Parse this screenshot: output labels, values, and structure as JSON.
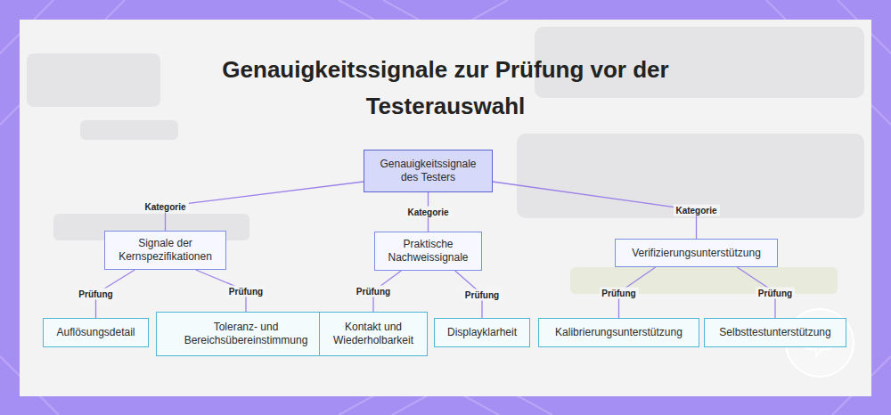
{
  "diagram": {
    "title": "Genauigkeitssignale zur Prüfung vor der Testerauswahl",
    "nodes": [
      {
        "text": [
          "Genauigkeitssignale des Testers"
        ]
      },
      {
        "text": [
          "Signale der Kernspezifikationen"
        ]
      },
      {
        "text": [
          "Praktische Nachweissignale"
        ]
      },
      {
        "text": [
          "Verifizierungsunterstützung"
        ]
      },
      {
        "text": [
          "Auflösungsdetail"
        ]
      },
      {
        "text": [
          "Toleranz- und Bereichsübereinstimmung"
        ]
      },
      {
        "text": [
          "Kontakt und Wiederholbarkeit"
        ]
      },
      {
        "text": [
          "Displayklarheit"
        ]
      },
      {
        "text": [
          "Kalibrierungsunterstützung"
        ]
      },
      {
        "text": [
          "Selbsttestunterstützung"
        ]
      }
    ],
    "edges": [
      {
        "from": 0,
        "to": 1,
        "label": "Kategorie",
        "arrow": "none"
      },
      {
        "from": 0,
        "to": 2,
        "label": "Kategorie",
        "arrow": "none"
      },
      {
        "from": 0,
        "to": 3,
        "label": "Kategorie",
        "arrow": "none"
      },
      {
        "from": 1,
        "to": 4,
        "label": "Prüfung",
        "arrow": "none"
      },
      {
        "from": 1,
        "to": 5,
        "label": "Prüfung",
        "arrow": "none"
      },
      {
        "from": 2,
        "to": 6,
        "label": "Prüfung",
        "arrow": "none"
      },
      {
        "from": 2,
        "to": 7,
        "label": "Prüfung",
        "arrow": "none"
      },
      {
        "from": 3,
        "to": 8,
        "label": "Prüfung",
        "arrow": "none"
      },
      {
        "from": 3,
        "to": 9,
        "label": "Prüfung",
        "arrow": "none"
      }
    ]
  }
}
